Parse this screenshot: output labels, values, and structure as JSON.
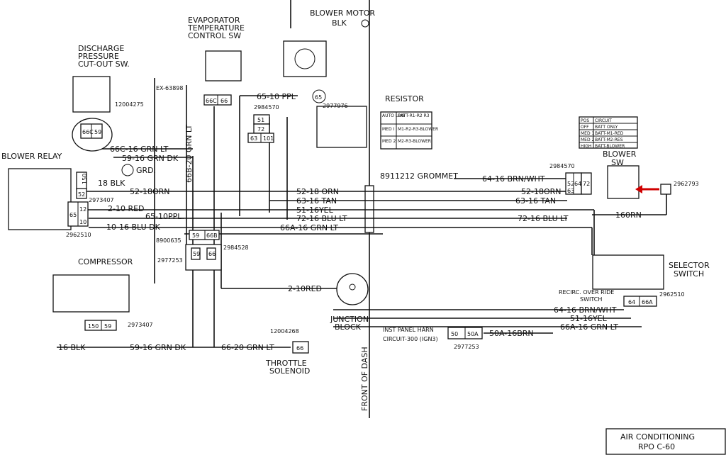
{
  "components": {
    "evaporator": [
      "EVAPORATOR",
      "TEMPERATURE",
      "CONTROL SW"
    ],
    "blower_motor": "BLOWER MOTOR",
    "blower_motor_wire": "BLK",
    "discharge": [
      "DISCHARGE",
      "PRESSURE",
      "CUT-OUT SW."
    ],
    "blower_relay": "BLOWER RELAY",
    "compressor": "COMPRESSOR",
    "resistor": "RESISTOR",
    "grommet": "8911212  GROMMET",
    "blower_sw": [
      "BLOWER",
      "SW"
    ],
    "selector": [
      "SELECTOR",
      "SWITCH"
    ],
    "recirc": [
      "RECIRC. OVER RIDE",
      "SWITCH"
    ],
    "junction": [
      "JUNCTION",
      "BLOCK"
    ],
    "throttle": [
      "THROTTLE",
      "SOLENOID"
    ],
    "front_of_dash": "FRONT OF DASH",
    "inst_panel": [
      "INST PANEL HARN",
      "CIRCUIT-300 (IGN3)"
    ],
    "grd": "GRD."
  },
  "part_numbers": {
    "p12004275": "12004275",
    "ex63898": "EX-63898",
    "p2984570a": "2984570",
    "p2977976": "2977976",
    "p2973407a": "2973407",
    "p2962510a": "2962510",
    "p8900635": "8900635",
    "p2984528": "2984528",
    "p2977253a": "2977253",
    "p2973407b": "2973407",
    "p12004268": "12004268",
    "p2984570b": "2984570",
    "p2962793": "2962793",
    "p2962510b": "2962510",
    "p2977253b": "2977253"
  },
  "wires": {
    "w66c": "66C-16 GRN LT",
    "w59": "59-16 GRN DK",
    "w18blk": "18 BLK",
    "w52orn_l": "52-18ORN",
    "w2red_l": "2-10 RED",
    "w65ppl_l": "65-10PPL.",
    "w10blu": "10-16 BLU DK",
    "w66b": "66B-20 GRN LT",
    "w65ppl_t": "65-10 PPL",
    "w52orn_m": "52-18 ORN",
    "w63tan_m": "63-16 TAN",
    "w51yel_m": "51-16YEL",
    "w72blu_m": "72-16 BLU LT",
    "w66a_m": "66A-16 GRN LT",
    "w64brn_r": "64-16 BRN/WHT",
    "w52orn_r": "52-18ORN",
    "w63tan_r": "63-16 TAN",
    "w72blu_r": "72-16 BLU LT",
    "w160rn": "160RN",
    "w2red_m": "2-10RED",
    "w64brn_b": "64-16 BRN/WHT",
    "w51yel_b": "51-16YEL",
    "w66a_b": "66A-16 GRN LT",
    "w50a": "50A-16BRN",
    "w16blk": "16 BLK",
    "w59grn_b": "59-16 GRN DK",
    "w66grn_b": "66-20 GRN LT"
  },
  "connectors": {
    "c66c": "66C",
    "c66": "66",
    "c59": "59",
    "c51": "51",
    "c72": "72",
    "c63": "63",
    "c101": "101",
    "c65": "65",
    "c52": "52",
    "c150": "150",
    "c65b": "65",
    "c10": "10",
    "c12": "12",
    "c59b": "59",
    "c668": "66B",
    "c59c": "59",
    "c66d": "66",
    "c150b": "150",
    "c59d": "59",
    "c66e": "66",
    "c52b": "52",
    "c64": "64",
    "c63b": "63",
    "c72b": "72",
    "c64b": "64",
    "c66a": "66A",
    "c50": "50",
    "c50a": "50A"
  },
  "resistor_table": [
    [
      "AUTO LOW",
      "BATT-R1-R2 R3"
    ],
    [
      "MED I",
      "M1-R2-R3-BLOWER"
    ],
    [
      "MED 2",
      "M2-R3-BLOWER"
    ]
  ],
  "blower_table": [
    [
      "POS",
      "CIRCUIT"
    ],
    [
      "OFF",
      "BATT ONLY"
    ],
    [
      "MED 1",
      "BATT-M1-RED"
    ],
    [
      "MED 2",
      "BATT-M2-RES"
    ],
    [
      "HIGH",
      "BATT-BLOWER"
    ]
  ],
  "title_block": [
    "AIR CONDITIONING",
    "RPO C-60"
  ],
  "colors": {
    "ink": "#111111",
    "arrow": "#d00000",
    "paper": "#ffffff"
  }
}
